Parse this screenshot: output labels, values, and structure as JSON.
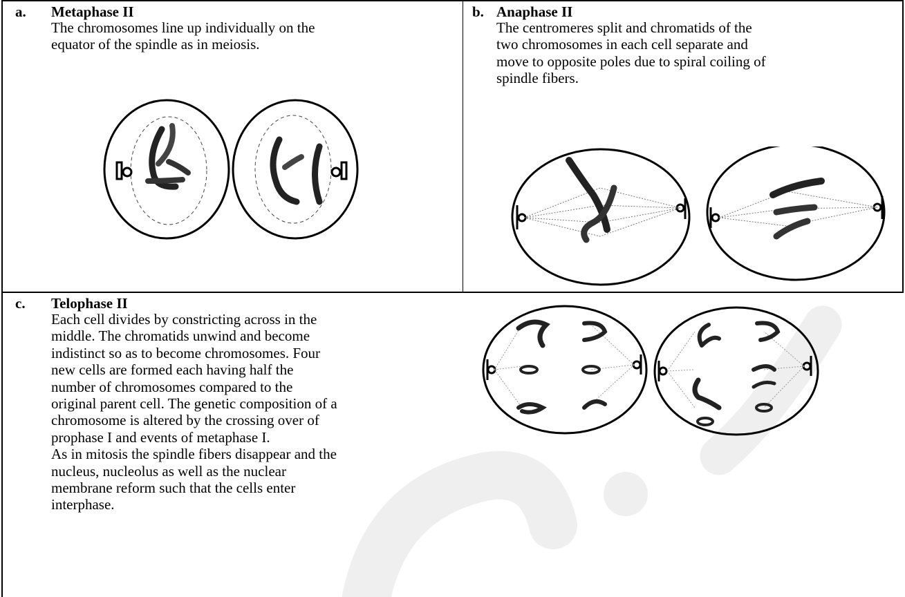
{
  "sections": [
    {
      "letter": "a.",
      "heading": "Metaphase II",
      "lines": [
        "The chromosomes line up individually on the",
        "equator of the spindle as in meiosis."
      ]
    },
    {
      "letter": "b.",
      "heading": "Anaphase II",
      "lines": [
        "The centromeres split and chromatids of the",
        "two chromosomes in each cell separate and",
        "move to opposite poles due to spiral coiling of",
        "spindle fibers."
      ]
    },
    {
      "letter": "c.",
      "heading": "Telophase II",
      "lines": [
        "Each cell divides by constricting across in the",
        "middle. The chromatids unwind and become",
        "indistinct so as to become chromosomes. Four",
        "new cells are formed each having half the",
        "number of chromosomes compared to the",
        "original parent cell. The genetic composition of a",
        "chromosome is altered by the crossing over of",
        "prophase I and events of metaphase I.",
        "As in mitosis the spindle fibers disappear and the",
        "nucleus, nucleolus as well as the nuclear",
        "membrane reform such that the cells enter",
        "interphase."
      ]
    }
  ]
}
